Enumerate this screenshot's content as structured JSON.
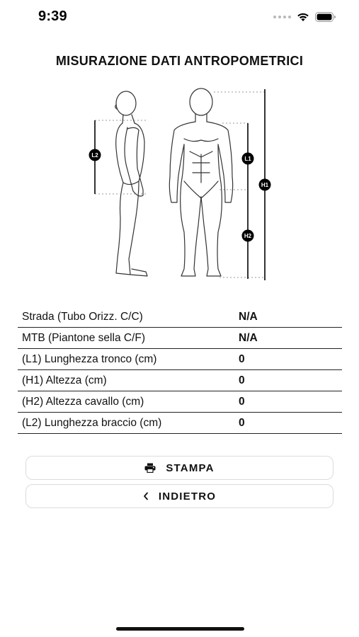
{
  "status_bar": {
    "time": "9:39"
  },
  "header": {
    "title": "MISURAZIONE DATI ANTROPOMETRICI"
  },
  "figure": {
    "markers": {
      "l2": "L2",
      "l1": "L1",
      "h1": "H1",
      "h2": "H2"
    }
  },
  "measurements": [
    {
      "label": "Strada (Tubo Orizz. C/C)",
      "value": "N/A"
    },
    {
      "label": "MTB (Piantone sella C/F)",
      "value": "N/A"
    },
    {
      "label": "(L1) Lunghezza tronco (cm)",
      "value": "0"
    },
    {
      "label": "(H1) Altezza (cm)",
      "value": "0"
    },
    {
      "label": "(H2) Altezza cavallo (cm)",
      "value": "0"
    },
    {
      "label": "(L2) Lunghezza braccio (cm)",
      "value": "0"
    }
  ],
  "actions": {
    "print_label": "STAMPA",
    "print_icon": "printer-icon",
    "back_label": "INDIETRO",
    "back_icon": "chevron-left-icon"
  }
}
